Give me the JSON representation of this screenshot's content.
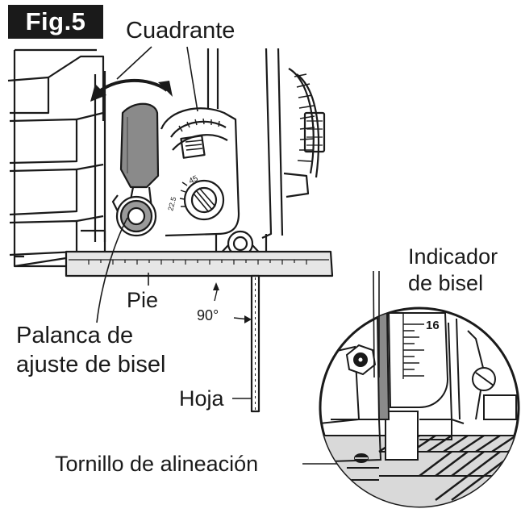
{
  "figure": {
    "label": "Fig.5"
  },
  "labels": {
    "cuadrante": "Cuadrante",
    "pie": "Pie",
    "angle": "90°",
    "palanca_line1": "Palanca de",
    "palanca_line2": "ajuste de bisel",
    "hoja": "Hoja",
    "tornillo": "Tornillo de alineación",
    "indicador_line1": "Indicador",
    "indicador_line2": "de bisel",
    "scale_number": "16",
    "scale_small_1": "22.5",
    "scale_small_2": "45"
  }
}
